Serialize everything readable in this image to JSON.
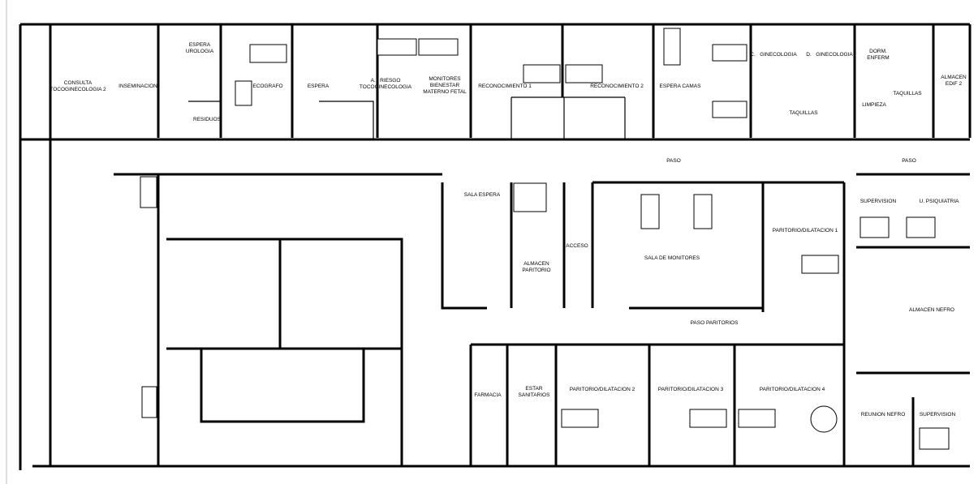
{
  "rooms": {
    "consulta_toco2": "CONSULTA\nTOCOGINECOLOGIA 2",
    "inseminacion": "INSEMINACION",
    "espera_urologia": "ESPERA\nUROLOGIA",
    "residuos": "RESIDUOS",
    "ecografo": "ECOGRAFO",
    "espera": "ESPERA",
    "riesgo_toco": "A.   RIESGO\nTOCOGINECOLOGIA",
    "monitores_fetal": "MONITORES\nBIENESTAR\nMATERNO FETAL",
    "reconocimiento1": "RECONOCIMIENTO 1",
    "reconocimiento2": "RECONOCIMIENTO 2",
    "espera_camas": "ESPERA CAMAS",
    "c_ginecologia": "C.   GINECOLOGIA",
    "d_ginecologia": "D.   GINECOLOGIA",
    "dorm_enferm": "DORM.\nENFERM",
    "almacen_edif2": "ALMACEN\nEDIF 2",
    "taquillas1": "TAQUILLAS",
    "limpieza": "LIMPIEZA",
    "taquillas2": "TAQUILLAS",
    "paso1": "PASO",
    "paso2": "PASO",
    "sala_espera": "SALA ESPERA",
    "almacen_paritorio": "ALMACEN\nPARITORIO",
    "acceso": "ACCESO",
    "sala_monitores": "SALA DE MONITORES",
    "paritorio1": "PARITORIO/DILATACION 1",
    "supervision1": "SUPERVISION",
    "u_psiquiatria": "U. PSIQUIATRIA",
    "almacen_nefro": "ALMACEN NEFRO",
    "paso_paritorios": "PASO PARITORIOS",
    "farmacia": "FARMACIA",
    "estar_sanitarios": "ESTAR\nSANITARIOS",
    "paritorio2": "PARITORIO/DILATACION 2",
    "paritorio3": "PARITORIO/DILATACION 3",
    "paritorio4": "PARITORIO/DILATACION 4",
    "reunion_nefro": "REUNION NEFRO",
    "supervision2": "SUPERVISION"
  }
}
